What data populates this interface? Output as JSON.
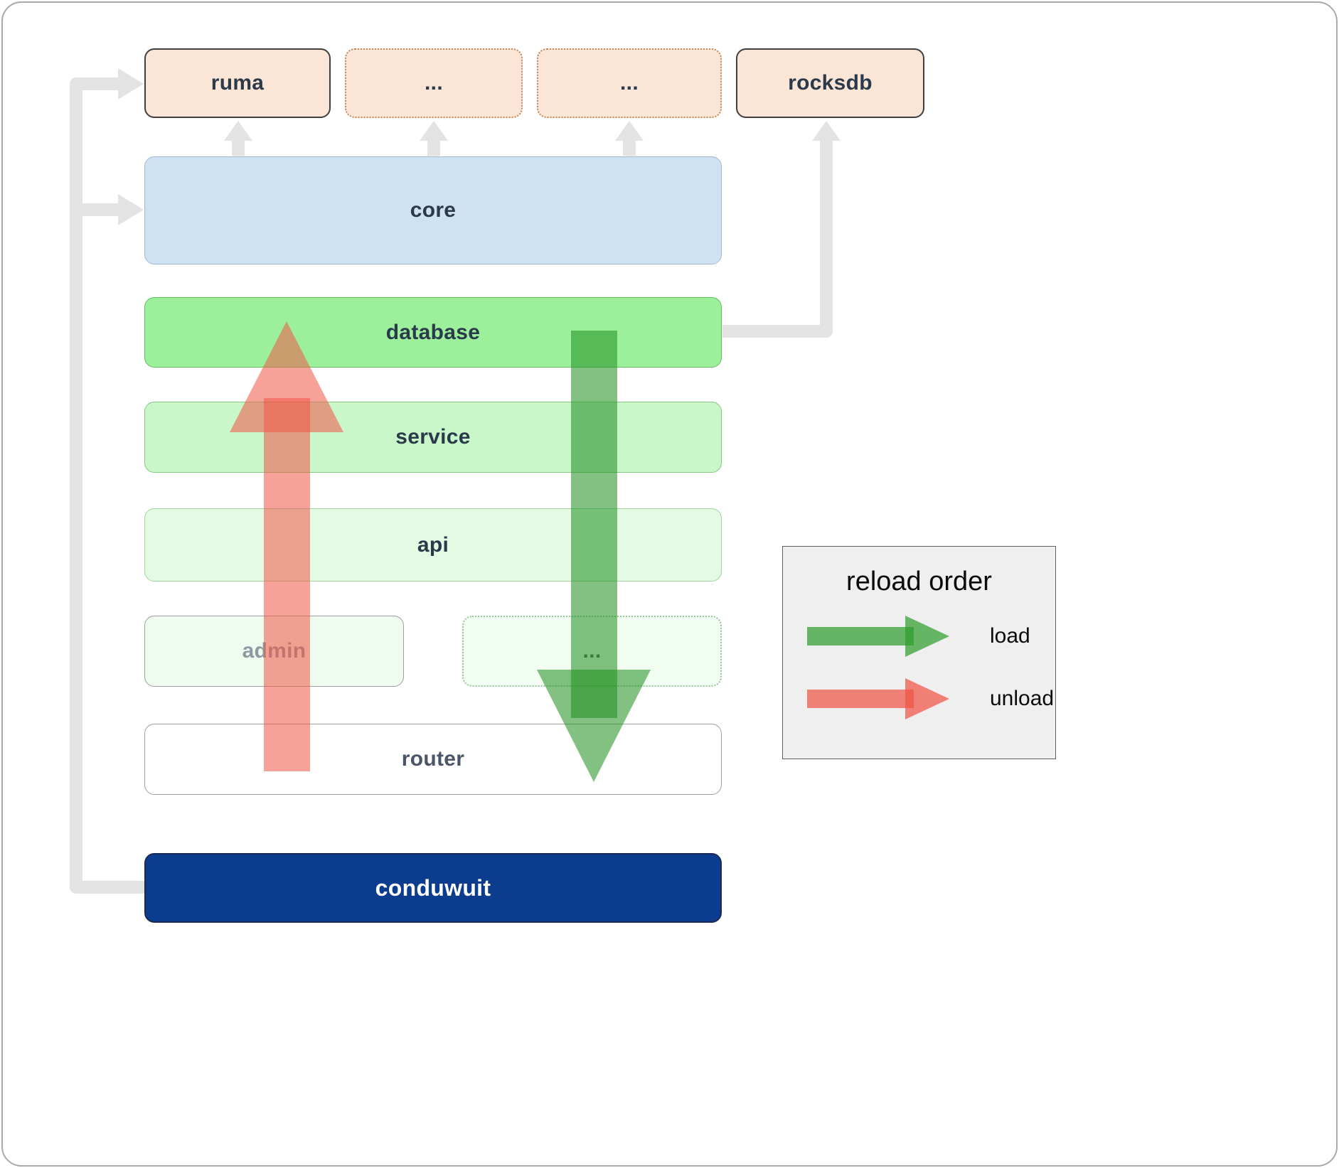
{
  "boxes": {
    "ruma": "ruma",
    "ext1": "...",
    "ext2": "...",
    "rocksdb": "rocksdb",
    "core": "core",
    "database": "database",
    "service": "service",
    "api": "api",
    "admin": "admin",
    "ext3": "...",
    "router": "router",
    "conduwuit": "conduwuit"
  },
  "legend": {
    "title": "reload order",
    "load_label": "load",
    "unload_label": "unload"
  },
  "colors": {
    "peach_box": "#fbe5d6",
    "core_blue": "#cfe2f3",
    "database_green": "#9cf09c",
    "service_green": "#c9f7c9",
    "api_green": "#e2fbe2",
    "admin_green": "#eefbee",
    "conduwuit_navy": "#0b3c8d",
    "load_arrow_green": "#1e8e1e",
    "unload_arrow_red": "#f05545",
    "connector_gray": "#e3e3e3"
  }
}
